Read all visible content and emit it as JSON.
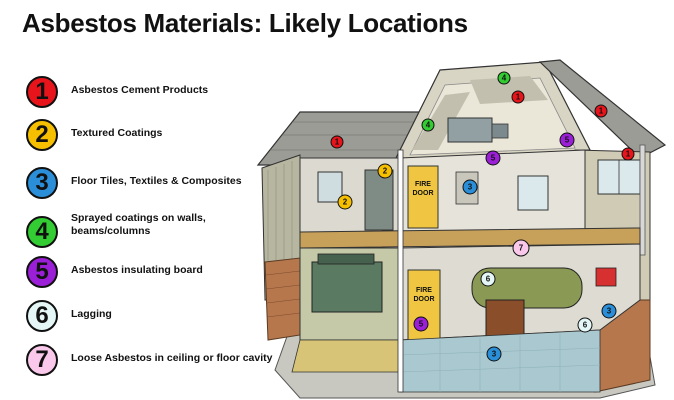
{
  "title": "Asbestos Materials: Likely Locations",
  "legend": [
    {
      "num": "1",
      "label": "Asbestos Cement Products",
      "color": "#e8141b"
    },
    {
      "num": "2",
      "label": "Textured Coatings",
      "color": "#f6c000"
    },
    {
      "num": "3",
      "label": "Floor Tiles, Textiles & Composites",
      "color": "#2a8fd8"
    },
    {
      "num": "4",
      "label": "Sprayed coatings on walls, beams/columns",
      "label_line1": "Sprayed coatings on walls,",
      "label_line2": "beams/columns",
      "color": "#33cc33"
    },
    {
      "num": "5",
      "label": "Asbestos insulating board",
      "color": "#9b1fd6"
    },
    {
      "num": "6",
      "label": "Lagging",
      "color": "#e4f6f6"
    },
    {
      "num": "7",
      "label": "Loose Asbestos in ceiling or floor cavity",
      "color": "#f9c8ea"
    }
  ],
  "house": {
    "door_label_1": "FIRE",
    "door_label_2": "DOOR",
    "markers": [
      {
        "num": "1"
      },
      {
        "num": "1"
      },
      {
        "num": "1"
      },
      {
        "num": "2"
      },
      {
        "num": "2"
      },
      {
        "num": "3"
      },
      {
        "num": "3"
      },
      {
        "num": "3"
      },
      {
        "num": "4"
      },
      {
        "num": "4"
      },
      {
        "num": "5"
      },
      {
        "num": "5"
      },
      {
        "num": "5"
      },
      {
        "num": "6"
      },
      {
        "num": "6"
      },
      {
        "num": "7"
      }
    ]
  }
}
